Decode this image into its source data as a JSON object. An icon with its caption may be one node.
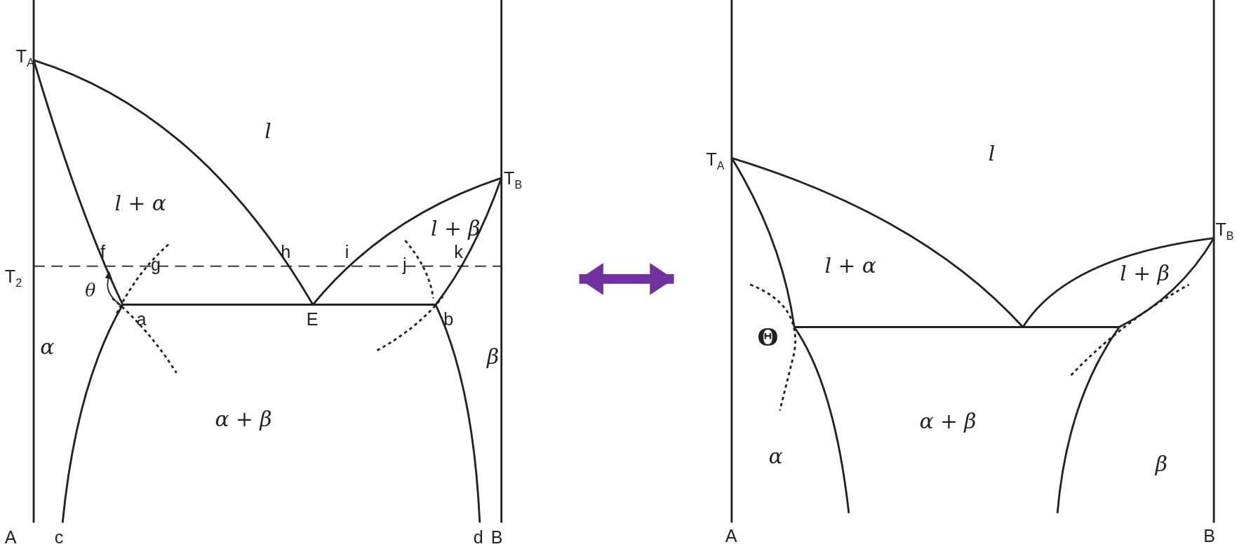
{
  "diagram": {
    "nodes": [
      {
        "text": [],
        "shape": "picture"
      },
      {
        "text": [],
        "shape": "picture"
      }
    ],
    "edges": [
      {
        "from": 0,
        "to": 1,
        "arrow": "both",
        "color": "#7030a0"
      }
    ],
    "labels": [
      "T$_{A}$",
      "l",
      "l + α",
      "T$_{B}$",
      "l + β",
      "T$_{2}$",
      "f",
      "h",
      "i",
      "k",
      "g",
      "j",
      "θ",
      "a",
      "E",
      "b",
      "α",
      "β",
      "α + β",
      "A",
      "c",
      "d",
      "B",
      "l",
      "T$_{A}$",
      "T$_{B}$",
      "l + α",
      "l + β",
      "Θ",
      "α + β",
      "α",
      "β",
      "A",
      "B"
    ]
  }
}
